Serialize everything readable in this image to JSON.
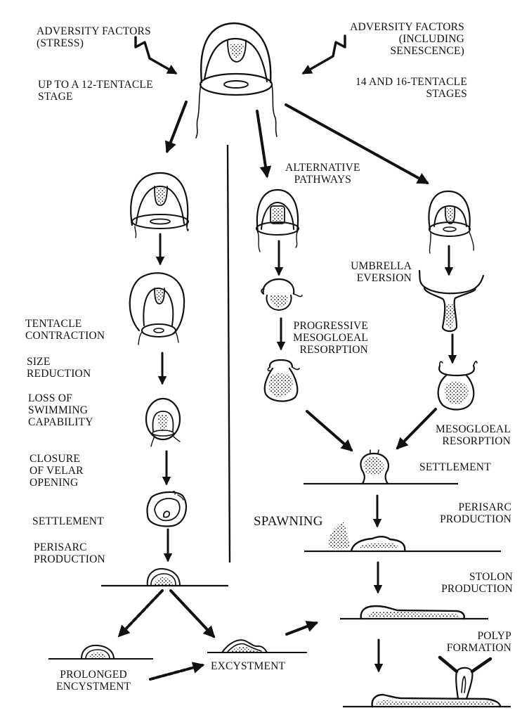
{
  "figure": {
    "ink_color": "#111111",
    "background": "#ffffff",
    "top_stage": {
      "left_factor": [
        "ADVERSITY FACTORS",
        "(STRESS)"
      ],
      "left_stage": [
        "UP TO A 12-TENTACLE",
        "STAGE"
      ],
      "right_factor": [
        "ADVERSITY FACTORS",
        "(INCLUDING",
        "SENESCENCE)"
      ],
      "right_stage": [
        "14 AND 16-TENTACLE",
        "STAGES"
      ]
    },
    "left_pathway": {
      "steps": [
        [
          "TENTACLE",
          "CONTRACTION"
        ],
        [
          "SIZE",
          "REDUCTION"
        ],
        [
          "LOSS OF",
          "SWIMMING",
          "CAPABILITY"
        ],
        [
          "CLOSURE",
          "OF VELAR",
          "OPENING"
        ],
        [
          "SETTLEMENT"
        ],
        [
          "PERISARC",
          "PRODUCTION"
        ]
      ],
      "branch_labels": {
        "dashed": [
          "PROLONGED",
          "ENCYSTMENT"
        ],
        "solid": [
          "EXCYSTMENT"
        ]
      }
    },
    "alternative_pathways": {
      "title": [
        "ALTERNATIVE",
        "PATHWAYS"
      ],
      "middle": [
        "PROGRESSIVE",
        "MESOGLOEAL",
        "RESORPTION"
      ],
      "right_eversion": [
        "UMBRELLA",
        "EVERSION"
      ],
      "right_resorption": [
        "MESOGLOEAL",
        "RESORPTION"
      ]
    },
    "common_pathway": {
      "settlement": [
        "SETTLEMENT"
      ],
      "spawning": [
        "SPAWNING"
      ],
      "perisarc": [
        "PERISARC",
        "PRODUCTION"
      ],
      "stolon": [
        "STOLON",
        "PRODUCTION"
      ],
      "polyp": [
        "POLYP",
        "FORMATION"
      ]
    },
    "arrow_styles": {
      "solid": "direct transition",
      "dashed": "prolonged / delayed transition",
      "zigzag": "adversity factor"
    }
  }
}
